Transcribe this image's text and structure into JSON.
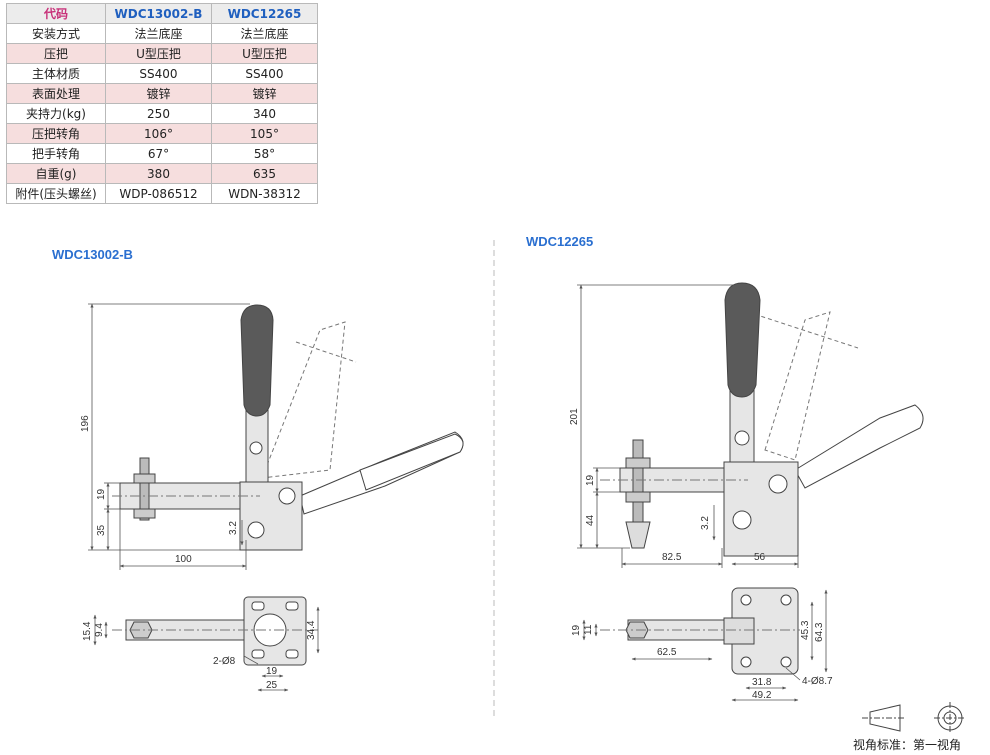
{
  "table": {
    "headers": [
      "代码",
      "WDC13002-B",
      "WDC12265"
    ],
    "rows": [
      [
        "安装方式",
        "法兰底座",
        "法兰底座"
      ],
      [
        "压把",
        "U型压把",
        "U型压把"
      ],
      [
        "主体材质",
        "SS400",
        "SS400"
      ],
      [
        "表面处理",
        "镀锌",
        "镀锌"
      ],
      [
        "夹持力(kg)",
        "250",
        "340"
      ],
      [
        "压把转角",
        "106°",
        "105°"
      ],
      [
        "把手转角",
        "67°",
        "58°"
      ],
      [
        "自重(g)",
        "380",
        "635"
      ],
      [
        "附件(压头螺丝)",
        "WDP-086512",
        "WDN-38312"
      ]
    ]
  },
  "left": {
    "title": "WDC13002-B",
    "dims": {
      "h_total": "196",
      "h_19": "19",
      "h_35": "35",
      "r_32": "3.2",
      "w_100": "100",
      "b_154": "15.4",
      "b_94": "9.4",
      "b_344": "34.4",
      "b_holes": "2-Ø8",
      "b_19": "19",
      "b_25": "25"
    }
  },
  "right": {
    "title": "WDC12265",
    "dims": {
      "h_total": "201",
      "h_19": "19",
      "h_44": "44",
      "r_32": "3.2",
      "w_825": "82.5",
      "w_56": "56",
      "b_19": "19",
      "b_11": "11",
      "b_625": "62.5",
      "b_453": "45.3",
      "b_643": "64.3",
      "b_318": "31.8",
      "b_holes": "4-Ø8.7",
      "b_492": "49.2"
    }
  },
  "legend": {
    "text": "视角标准：第一视角"
  },
  "colors": {
    "line": "#444444",
    "fill": "#e6e6e6",
    "handle": "#5a5a5a",
    "dim": "#555555"
  }
}
